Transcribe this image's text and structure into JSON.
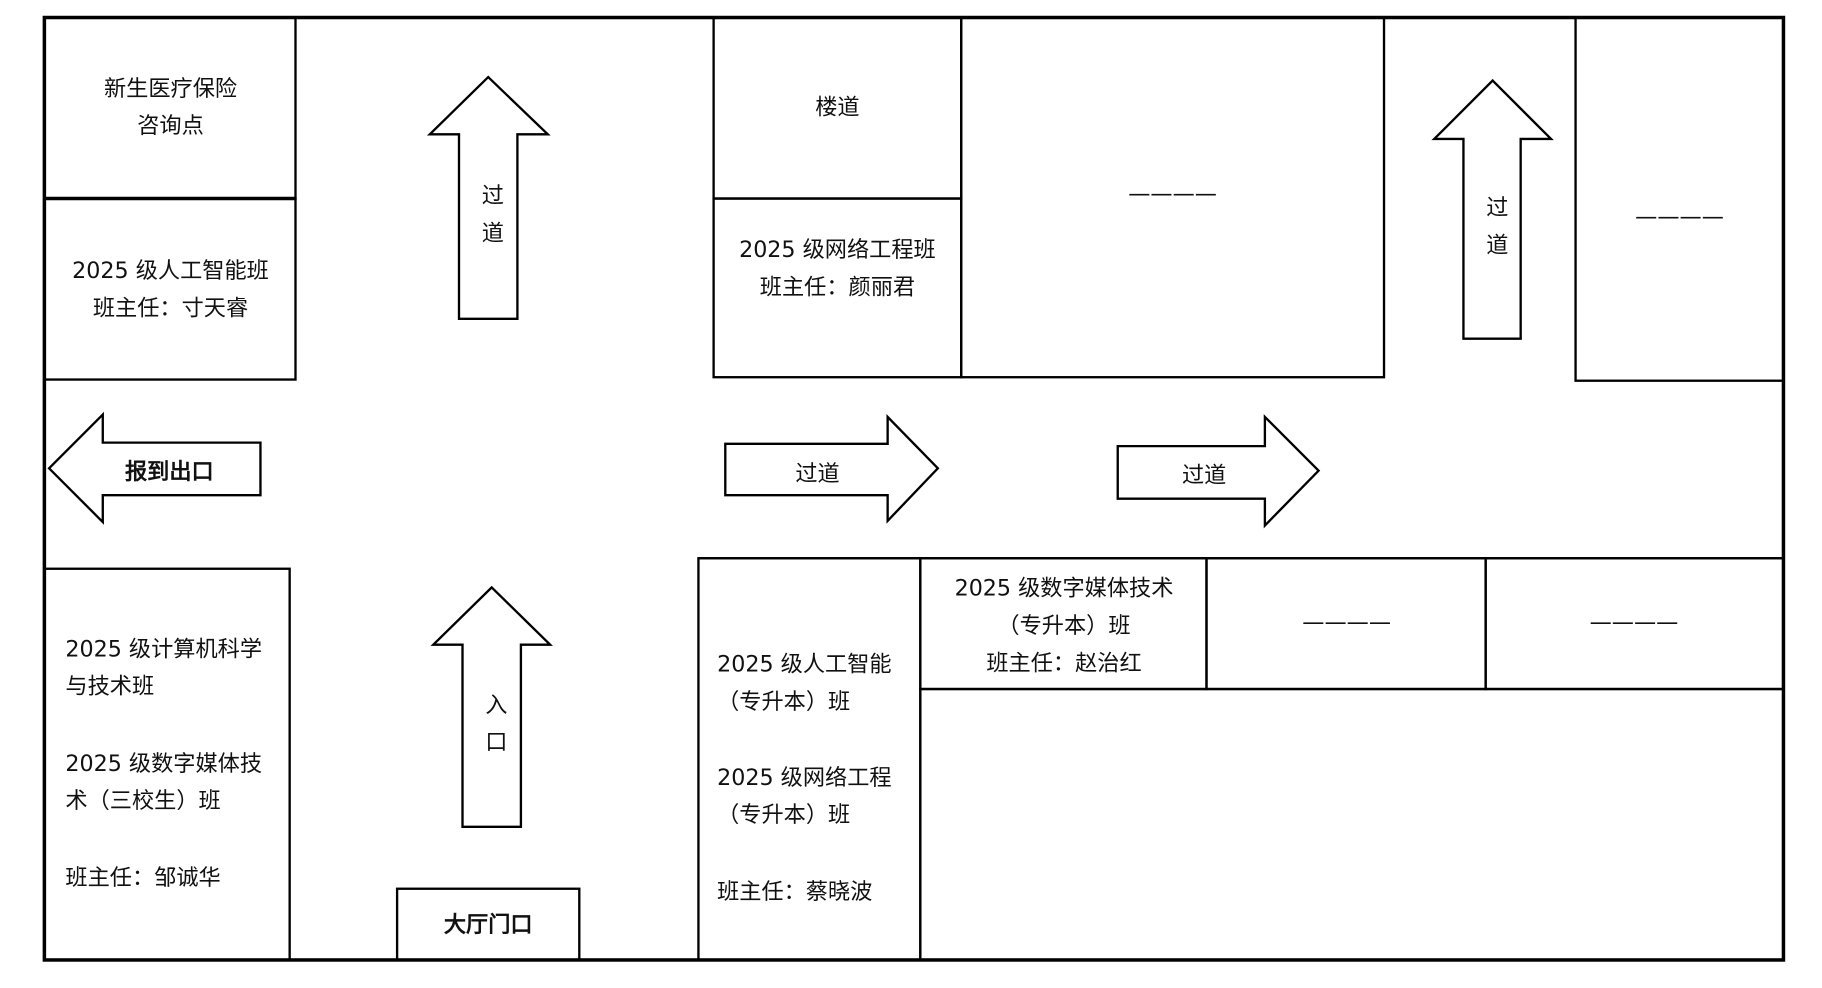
{
  "rooms": {
    "insurance": [
      "新生医疗保险",
      "咨询点"
    ],
    "ai_class": [
      "2025 级人工智能班",
      "班主任：寸天睿"
    ],
    "cs_class": [
      "2025 级计算机科学",
      "与技术班",
      "2025 级数字媒体技",
      "术（三校生）班",
      "班主任：邹诚华"
    ],
    "stairs": "楼道",
    "network_class": [
      "2025 级网络工程班",
      "班主任：颜丽君"
    ],
    "top_mid_blank": "————",
    "top_right_blank": "————",
    "upgrade_classes": [
      "2025 级人工智能",
      "（专升本）班",
      "2025 级网络工程",
      "（专升本）班",
      "班主任：蔡晓波"
    ],
    "media_upgrade_class": [
      "2025 级数字媒体技术",
      "（专升本）班",
      "班主任：赵治红"
    ],
    "bottom_blank_1": "————",
    "bottom_blank_2": "————",
    "hall_door": "大厅门口"
  },
  "arrows": {
    "up_left": [
      "过",
      "道"
    ],
    "up_right": [
      "过",
      "道"
    ],
    "entrance": [
      "入",
      "口"
    ],
    "exit": "报到出口",
    "right_1": "过道",
    "right_2": "过道"
  }
}
